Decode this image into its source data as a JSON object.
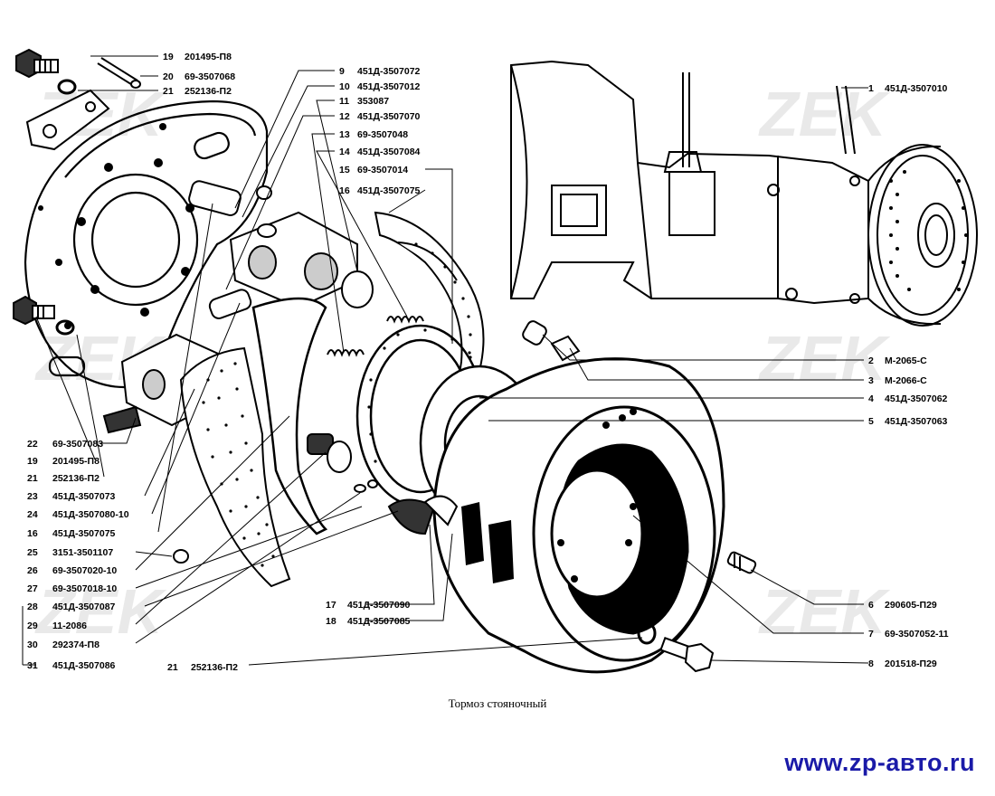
{
  "caption": "Тормоз стояночный",
  "site": "www.zp-авто.ru",
  "watermark": "ZEK",
  "parts": [
    {
      "n": "19",
      "code": "201495-П8",
      "side": "top-left",
      "name": "bolt-top"
    },
    {
      "n": "20",
      "code": "69-3507068",
      "side": "top-left",
      "name": "pin"
    },
    {
      "n": "21",
      "code": "252136-П2",
      "side": "top-left",
      "name": "washer-top"
    },
    {
      "n": "9",
      "code": "451Д-3507072",
      "side": "top-mid"
    },
    {
      "n": "10",
      "code": "451Д-3507012",
      "side": "top-mid"
    },
    {
      "n": "11",
      "code": "353087",
      "side": "top-mid"
    },
    {
      "n": "12",
      "code": "451Д-3507070",
      "side": "top-mid"
    },
    {
      "n": "13",
      "code": "69-3507048",
      "side": "top-mid"
    },
    {
      "n": "14",
      "code": "451Д-3507084",
      "side": "top-mid"
    },
    {
      "n": "15",
      "code": "69-3507014",
      "side": "top-mid"
    },
    {
      "n": "16",
      "code": "451Д-3507075",
      "side": "top-mid"
    },
    {
      "n": "1",
      "code": "451Д-3507010",
      "side": "right"
    },
    {
      "n": "2",
      "code": "М-2065-С",
      "side": "right"
    },
    {
      "n": "3",
      "code": "М-2066-С",
      "side": "right"
    },
    {
      "n": "4",
      "code": "451Д-3507062",
      "side": "right"
    },
    {
      "n": "5",
      "code": "451Д-3507063",
      "side": "right"
    },
    {
      "n": "6",
      "code": "290605-П29",
      "side": "right"
    },
    {
      "n": "7",
      "code": "69-3507052-11",
      "side": "right"
    },
    {
      "n": "8",
      "code": "201518-П29",
      "side": "right"
    },
    {
      "n": "22",
      "code": "69-3507083",
      "side": "left"
    },
    {
      "n": "19",
      "code": "201495-П8",
      "side": "left"
    },
    {
      "n": "21",
      "code": "252136-П2",
      "side": "left"
    },
    {
      "n": "23",
      "code": "451Д-3507073",
      "side": "left"
    },
    {
      "n": "24",
      "code": "451Д-3507080-10",
      "side": "left"
    },
    {
      "n": "16",
      "code": "451Д-3507075",
      "side": "left"
    },
    {
      "n": "25",
      "code": "3151-3501107",
      "side": "left"
    },
    {
      "n": "26",
      "code": "69-3507020-10",
      "side": "left"
    },
    {
      "n": "27",
      "code": "69-3507018-10",
      "side": "left"
    },
    {
      "n": "28",
      "code": "451Д-3507087",
      "side": "left"
    },
    {
      "n": "29",
      "code": "11-2086",
      "side": "left"
    },
    {
      "n": "30",
      "code": "292374-П8",
      "side": "left"
    },
    {
      "n": "31",
      "code": "451Д-3507086",
      "side": "left"
    },
    {
      "n": "17",
      "code": "451Д-3507090",
      "side": "bottom-mid"
    },
    {
      "n": "18",
      "code": "451Д-3507085",
      "side": "bottom-mid"
    },
    {
      "n": "21",
      "code": "252136-П2",
      "side": "bottom-mid"
    }
  ]
}
